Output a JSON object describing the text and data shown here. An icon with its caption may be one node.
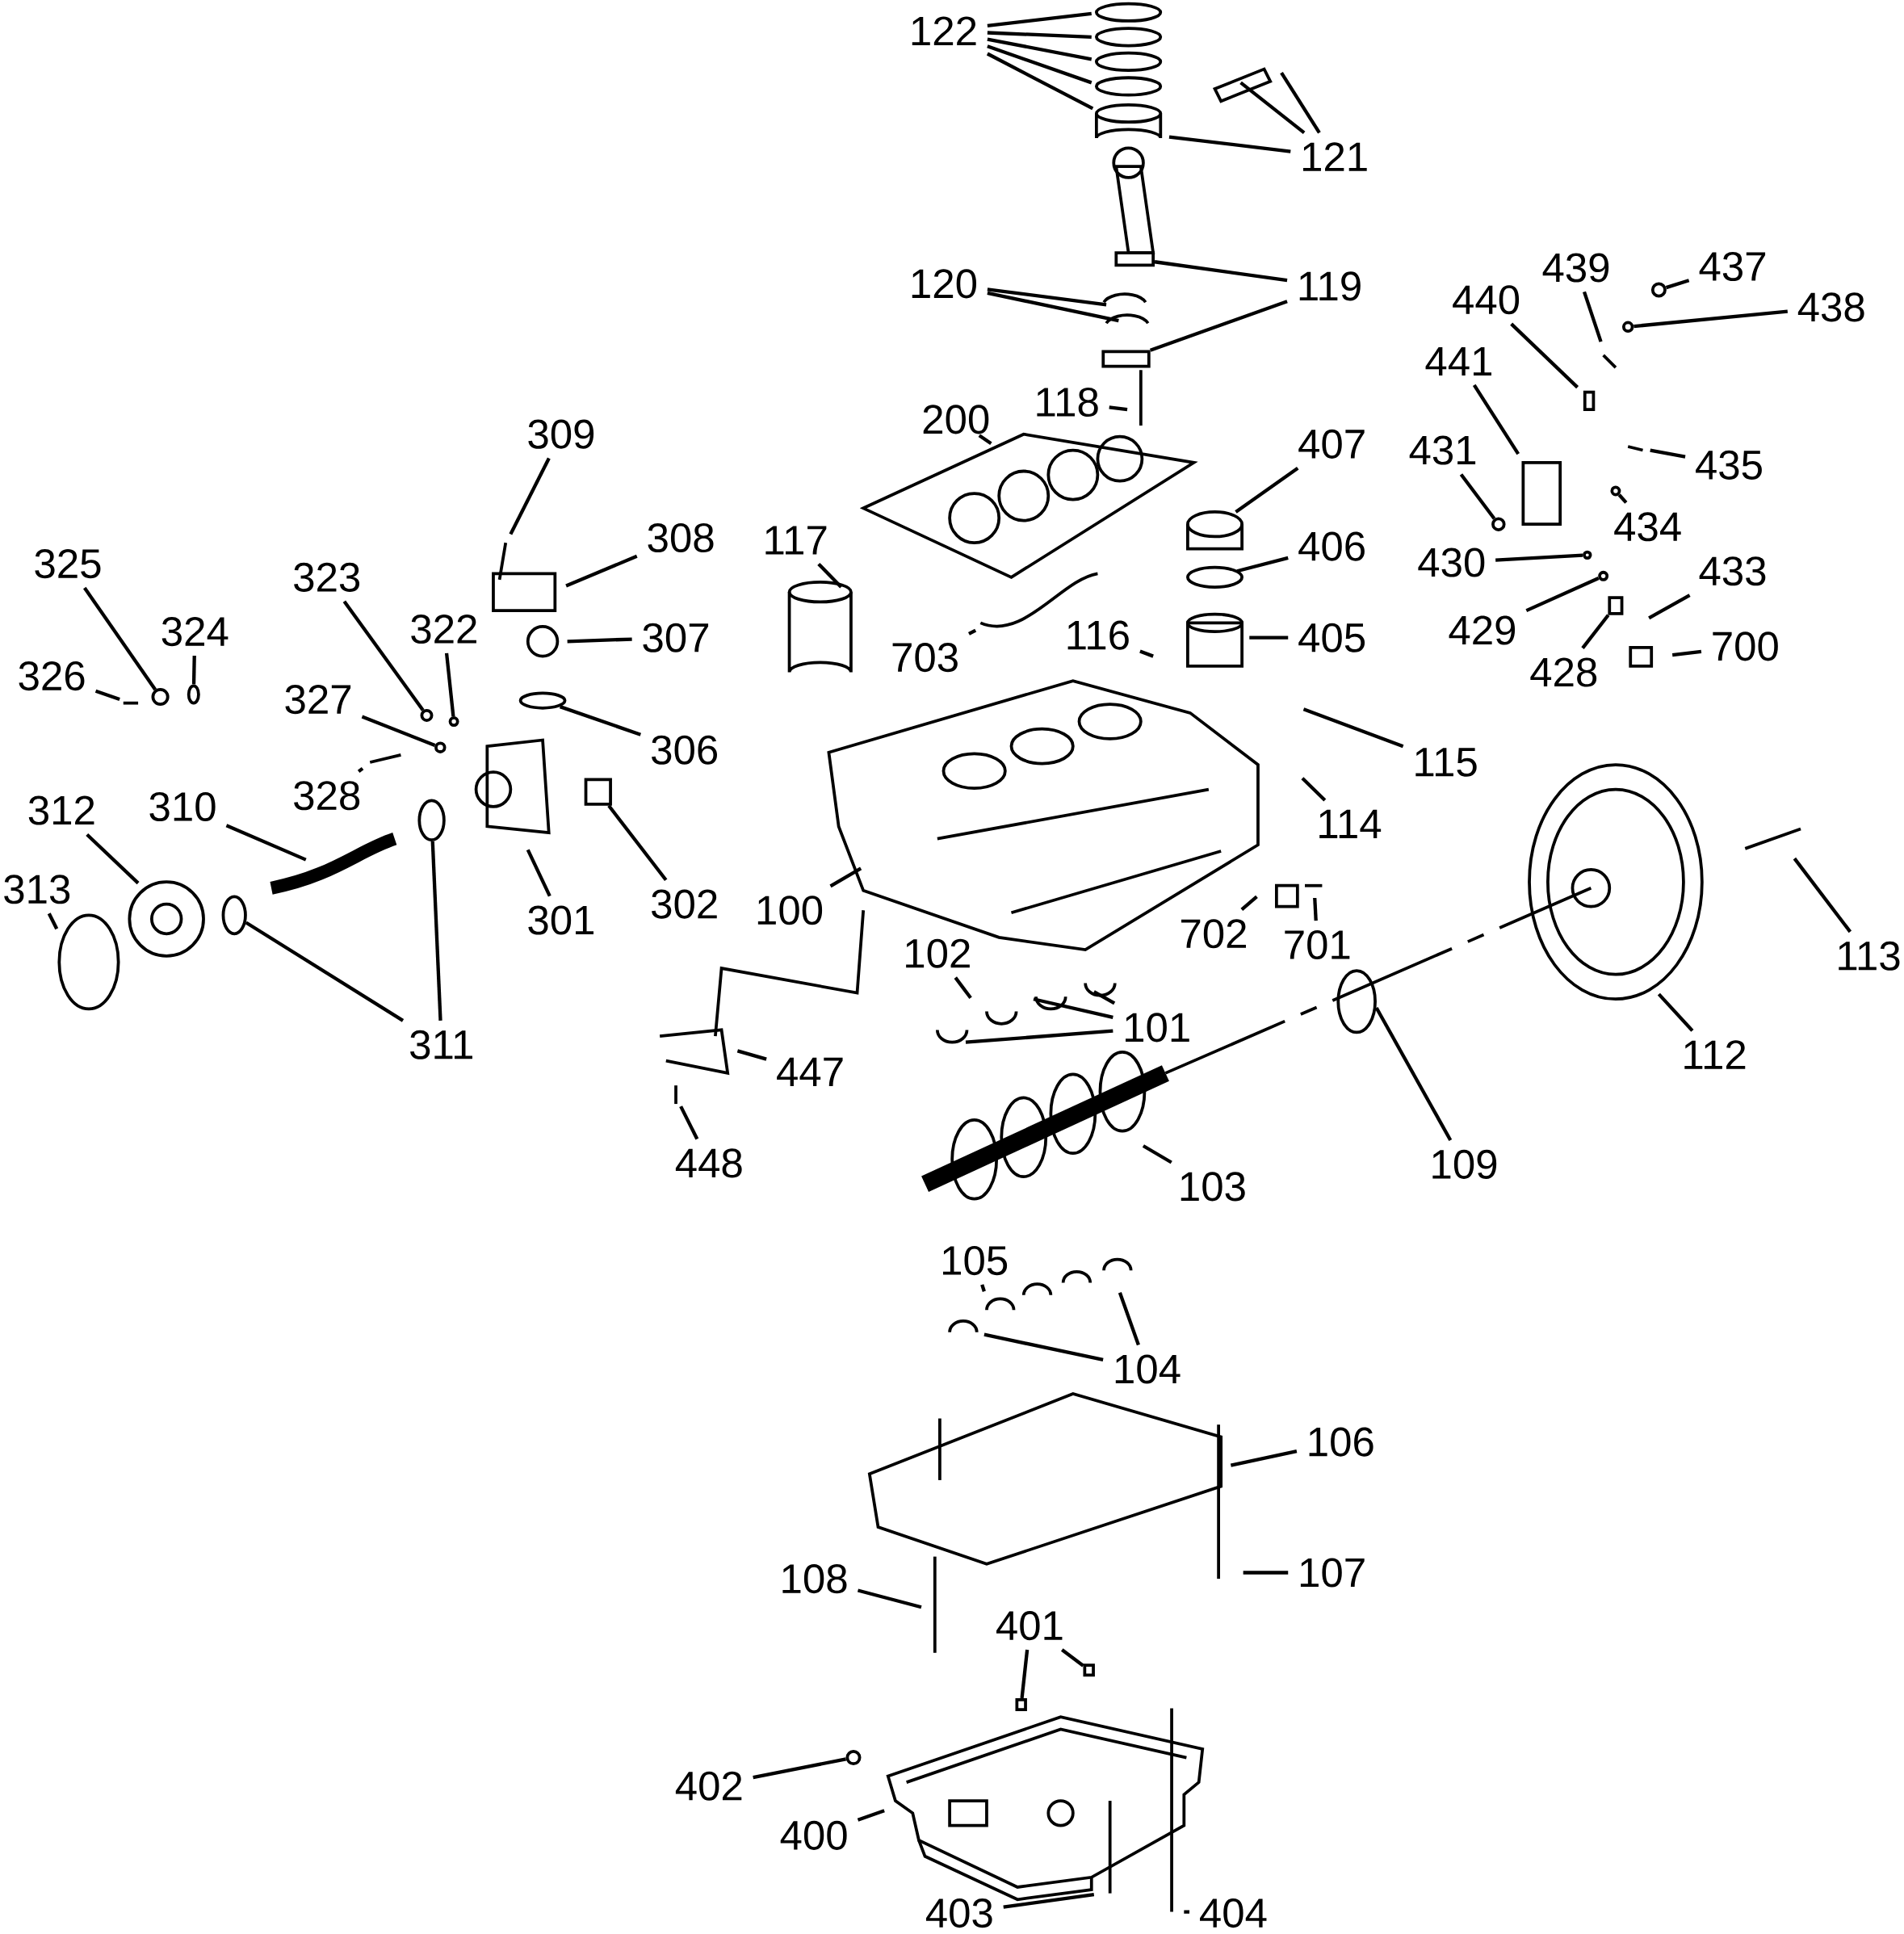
{
  "diagram": {
    "nodes": [
      {
        "text": [
          "122"
        ]
      },
      {
        "text": [
          "121"
        ]
      },
      {
        "text": [
          "120"
        ]
      },
      {
        "text": [
          "119"
        ]
      },
      {
        "text": [
          "118"
        ]
      },
      {
        "text": [
          "200"
        ]
      },
      {
        "text": [
          "309"
        ]
      },
      {
        "text": [
          "308"
        ]
      },
      {
        "text": [
          "307"
        ]
      },
      {
        "text": [
          "306"
        ]
      },
      {
        "text": [
          "117"
        ]
      },
      {
        "text": [
          "407"
        ]
      },
      {
        "text": [
          "406"
        ]
      },
      {
        "text": [
          "405"
        ]
      },
      {
        "text": [
          "116"
        ]
      },
      {
        "text": [
          "703"
        ]
      },
      {
        "text": [
          "115"
        ]
      },
      {
        "text": [
          "114"
        ]
      },
      {
        "text": [
          "323"
        ]
      },
      {
        "text": [
          "322"
        ]
      },
      {
        "text": [
          "325"
        ]
      },
      {
        "text": [
          "324"
        ]
      },
      {
        "text": [
          "326"
        ]
      },
      {
        "text": [
          "327"
        ]
      },
      {
        "text": [
          "328"
        ]
      },
      {
        "text": [
          "312"
        ]
      },
      {
        "text": [
          "310"
        ]
      },
      {
        "text": [
          "313"
        ]
      },
      {
        "text": [
          "301"
        ]
      },
      {
        "text": [
          "302"
        ]
      },
      {
        "text": [
          "311"
        ]
      },
      {
        "text": [
          "100"
        ]
      },
      {
        "text": [
          "102"
        ]
      },
      {
        "text": [
          "101"
        ]
      },
      {
        "text": [
          "447"
        ]
      },
      {
        "text": [
          "448"
        ]
      },
      {
        "text": [
          "103"
        ]
      },
      {
        "text": [
          "109"
        ]
      },
      {
        "text": [
          "112"
        ]
      },
      {
        "text": [
          "113"
        ]
      },
      {
        "text": [
          "702"
        ]
      },
      {
        "text": [
          "701"
        ]
      },
      {
        "text": [
          "105"
        ]
      },
      {
        "text": [
          "104"
        ]
      },
      {
        "text": [
          "106"
        ]
      },
      {
        "text": [
          "107"
        ]
      },
      {
        "text": [
          "108"
        ]
      },
      {
        "text": [
          "401"
        ]
      },
      {
        "text": [
          "402"
        ]
      },
      {
        "text": [
          "400"
        ]
      },
      {
        "text": [
          "403"
        ]
      },
      {
        "text": [
          "404"
        ]
      },
      {
        "text": [
          "441"
        ]
      },
      {
        "text": [
          "440"
        ]
      },
      {
        "text": [
          "439"
        ]
      },
      {
        "text": [
          "437"
        ]
      },
      {
        "text": [
          "438"
        ]
      },
      {
        "text": [
          "435"
        ]
      },
      {
        "text": [
          "434"
        ]
      },
      {
        "text": [
          "431"
        ]
      },
      {
        "text": [
          "430"
        ]
      },
      {
        "text": [
          "429"
        ]
      },
      {
        "text": [
          "433"
        ]
      },
      {
        "text": [
          "428"
        ]
      },
      {
        "text": [
          "700"
        ]
      },
      {
        "text": [],
        "shape": "box"
      },
      {
        "text": [],
        "shape": "circle"
      },
      {
        "text": [],
        "shape": "circle"
      },
      {
        "text": [],
        "shape": "circle"
      },
      {
        "text": [],
        "shape": "circle"
      },
      {
        "text": [],
        "shape": "circle"
      },
      {
        "text": [],
        "shape": "box"
      },
      {
        "text": [],
        "shape": "circle"
      },
      {
        "text": [],
        "shape": "circle"
      },
      {
        "text": [],
        "shape": "circle"
      },
      {
        "text": [],
        "shape": "circle"
      },
      {
        "text": [],
        "shape": "box"
      },
      {
        "text": [],
        "shape": "circle"
      },
      {
        "text": [],
        "shape": "circle"
      },
      {
        "text": [],
        "shape": "box"
      },
      {
        "text": [],
        "shape": "box"
      },
      {
        "text": [],
        "shape": "circle"
      },
      {
        "text": [],
        "shape": "circle"
      },
      {
        "text": [],
        "shape": "circle"
      },
      {
        "text": [],
        "shape": "box"
      },
      {
        "text": [],
        "shape": "circle"
      }
    ],
    "edges": [
      {
        "from": 0,
        "to": null,
        "arrow": "none"
      },
      {
        "from": 0,
        "to": null,
        "arrow": "none"
      },
      {
        "from": 0,
        "to": null,
        "arrow": "none"
      },
      {
        "from": 0,
        "to": null,
        "arrow": "none"
      },
      {
        "from": 0,
        "to": null,
        "arrow": "none"
      },
      {
        "from": 1,
        "to": null,
        "arrow": "none"
      },
      {
        "from": 1,
        "to": null,
        "arrow": "none"
      },
      {
        "from": 1,
        "to": null,
        "arrow": "none"
      },
      {
        "from": 2,
        "to": null,
        "arrow": "none"
      },
      {
        "from": 2,
        "to": null,
        "arrow": "none"
      },
      {
        "from": 3,
        "to": 71,
        "arrow": "none"
      },
      {
        "from": 3,
        "to": 65,
        "arrow": "none"
      },
      {
        "from": 4,
        "to": null,
        "arrow": "none"
      },
      {
        "from": 5,
        "to": null,
        "arrow": "none"
      },
      {
        "from": 6,
        "to": null,
        "arrow": "none"
      },
      {
        "from": 7,
        "to": null,
        "arrow": "none"
      },
      {
        "from": 8,
        "to": null,
        "arrow": "none"
      },
      {
        "from": 9,
        "to": 72,
        "arrow": "none"
      },
      {
        "from": 10,
        "to": null,
        "arrow": "none"
      },
      {
        "from": 11,
        "to": null,
        "arrow": "none"
      },
      {
        "from": 12,
        "to": null,
        "arrow": "none"
      },
      {
        "from": 13,
        "to": null,
        "arrow": "none"
      },
      {
        "from": 14,
        "to": null,
        "arrow": "none"
      },
      {
        "from": 15,
        "to": null,
        "arrow": "none"
      },
      {
        "from": 16,
        "to": null,
        "arrow": "none"
      },
      {
        "from": 17,
        "to": null,
        "arrow": "none"
      },
      {
        "from": 18,
        "to": 73,
        "arrow": "none"
      },
      {
        "from": 19,
        "to": 74,
        "arrow": "none"
      },
      {
        "from": 20,
        "to": 66,
        "arrow": "none"
      },
      {
        "from": 21,
        "to": 75,
        "arrow": "none"
      },
      {
        "from": 22,
        "to": null,
        "arrow": "none"
      },
      {
        "from": 23,
        "to": 85,
        "arrow": "none"
      },
      {
        "from": 24,
        "to": null,
        "arrow": "none"
      },
      {
        "from": 25,
        "to": null,
        "arrow": "none"
      },
      {
        "from": 26,
        "to": null,
        "arrow": "none"
      },
      {
        "from": 27,
        "to": null,
        "arrow": "none"
      },
      {
        "from": 28,
        "to": null,
        "arrow": "none"
      },
      {
        "from": 29,
        "to": 76,
        "arrow": "none"
      },
      {
        "from": 30,
        "to": 77,
        "arrow": "none"
      },
      {
        "from": 30,
        "to": 78,
        "arrow": "none"
      },
      {
        "from": 31,
        "to": null,
        "arrow": "none"
      },
      {
        "from": 32,
        "to": null,
        "arrow": "none"
      },
      {
        "from": 33,
        "to": null,
        "arrow": "none"
      },
      {
        "from": 33,
        "to": null,
        "arrow": "none"
      },
      {
        "from": 33,
        "to": null,
        "arrow": "none"
      },
      {
        "from": 34,
        "to": null,
        "arrow": "none"
      },
      {
        "from": 35,
        "to": null,
        "arrow": "none"
      },
      {
        "from": 36,
        "to": null,
        "arrow": "none"
      },
      {
        "from": 37,
        "to": null,
        "arrow": "none"
      },
      {
        "from": 38,
        "to": null,
        "arrow": "none"
      },
      {
        "from": 39,
        "to": null,
        "arrow": "none"
      },
      {
        "from": 40,
        "to": null,
        "arrow": "none"
      },
      {
        "from": 41,
        "to": null,
        "arrow": "none"
      },
      {
        "from": 42,
        "to": null,
        "arrow": "none"
      },
      {
        "from": 43,
        "to": null,
        "arrow": "none"
      },
      {
        "from": 43,
        "to": null,
        "arrow": "none"
      },
      {
        "from": 44,
        "to": null,
        "arrow": "none"
      },
      {
        "from": 45,
        "to": null,
        "arrow": "none"
      },
      {
        "from": 46,
        "to": null,
        "arrow": "none"
      },
      {
        "from": 47,
        "to": 79,
        "arrow": "none"
      },
      {
        "from": 47,
        "to": 80,
        "arrow": "none"
      },
      {
        "from": 48,
        "to": 81,
        "arrow": "none"
      },
      {
        "from": 49,
        "to": null,
        "arrow": "none"
      },
      {
        "from": 50,
        "to": null,
        "arrow": "none"
      },
      {
        "from": 51,
        "to": null,
        "arrow": "none"
      },
      {
        "from": 52,
        "to": null,
        "arrow": "none"
      },
      {
        "from": 53,
        "to": null,
        "arrow": "none"
      },
      {
        "from": 54,
        "to": null,
        "arrow": "none"
      },
      {
        "from": 55,
        "to": 82,
        "arrow": "none"
      },
      {
        "from": 56,
        "to": 67,
        "arrow": "none"
      },
      {
        "from": 57,
        "to": null,
        "arrow": "none"
      },
      {
        "from": 58,
        "to": 83,
        "arrow": "none"
      },
      {
        "from": 59,
        "to": 68,
        "arrow": "none"
      },
      {
        "from": 60,
        "to": 69,
        "arrow": "none"
      },
      {
        "from": 61,
        "to": 70,
        "arrow": "none"
      },
      {
        "from": 62,
        "to": null,
        "arrow": "none"
      },
      {
        "from": 63,
        "to": 84,
        "arrow": "none"
      },
      {
        "from": 64,
        "to": null,
        "arrow": "none"
      }
    ]
  }
}
